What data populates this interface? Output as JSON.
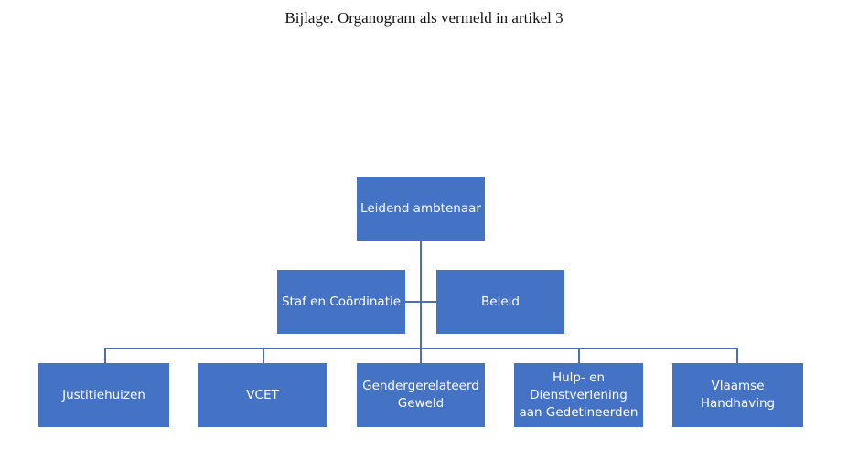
{
  "title": "Bijlage. Organogram als vermeld in artikel 3",
  "colors": {
    "box_fill": "#4472C4",
    "box_text": "#FFFFFF",
    "connector": "#4A6FB5"
  },
  "org": {
    "top": {
      "label": "Leidend ambtenaar"
    },
    "staff": [
      {
        "label": "Staf en Coördinatie"
      },
      {
        "label": "Beleid"
      }
    ],
    "departments": [
      {
        "label": "Justitiehuizen"
      },
      {
        "label": "VCET"
      },
      {
        "label": "Gendergerelateerd Geweld"
      },
      {
        "label": "Hulp- en Dienstverlening aan Gedetineerden"
      },
      {
        "label": "Vlaamse Handhaving"
      }
    ]
  }
}
